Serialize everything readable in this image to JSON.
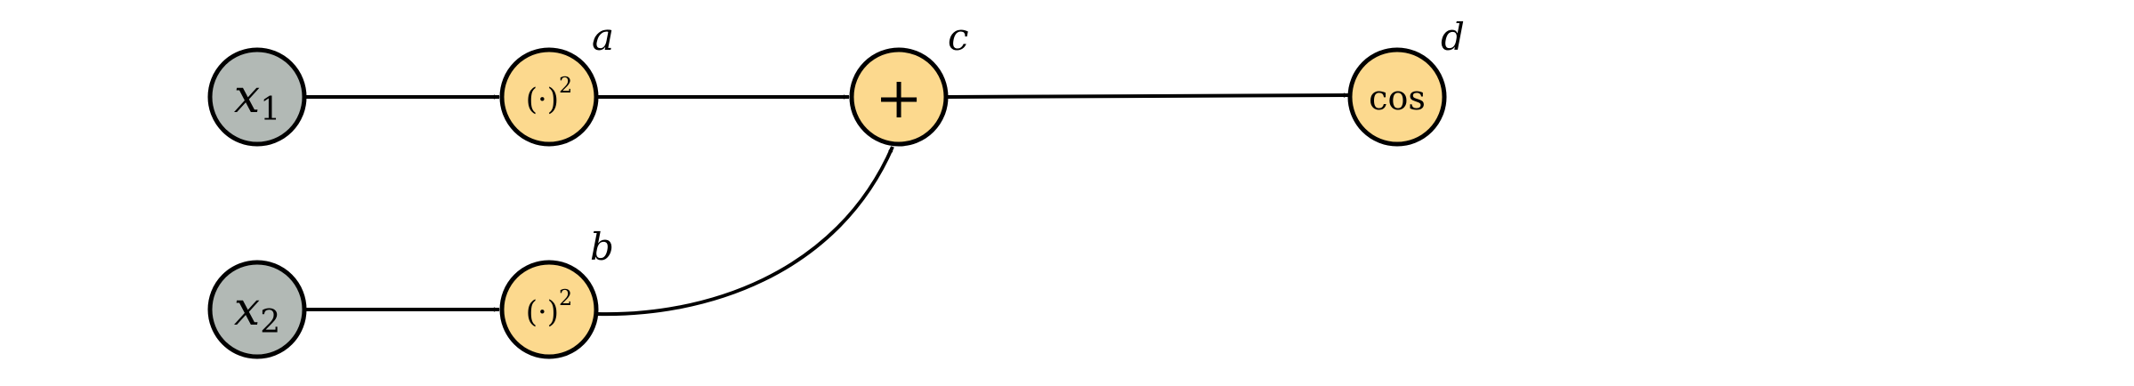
{
  "colors": {
    "input_fill": "#b2b9b5",
    "op_fill": "#fcd98e",
    "stroke": "#000000"
  },
  "nodes": {
    "x1": {
      "base": "x",
      "sub": "1"
    },
    "x2": {
      "base": "x",
      "sub": "2"
    },
    "a": {
      "op": "(·)",
      "sup": "2",
      "label": "a"
    },
    "b": {
      "op": "(·)",
      "sup": "2",
      "label": "b"
    },
    "c": {
      "op": "+",
      "label": "c"
    },
    "d": {
      "op": "cos",
      "label": "d"
    }
  },
  "edges": [
    {
      "from": "x1",
      "to": "a"
    },
    {
      "from": "a",
      "to": "c"
    },
    {
      "from": "c",
      "to": "d"
    },
    {
      "from": "x2",
      "to": "b"
    },
    {
      "from": "b",
      "to": "c"
    }
  ]
}
